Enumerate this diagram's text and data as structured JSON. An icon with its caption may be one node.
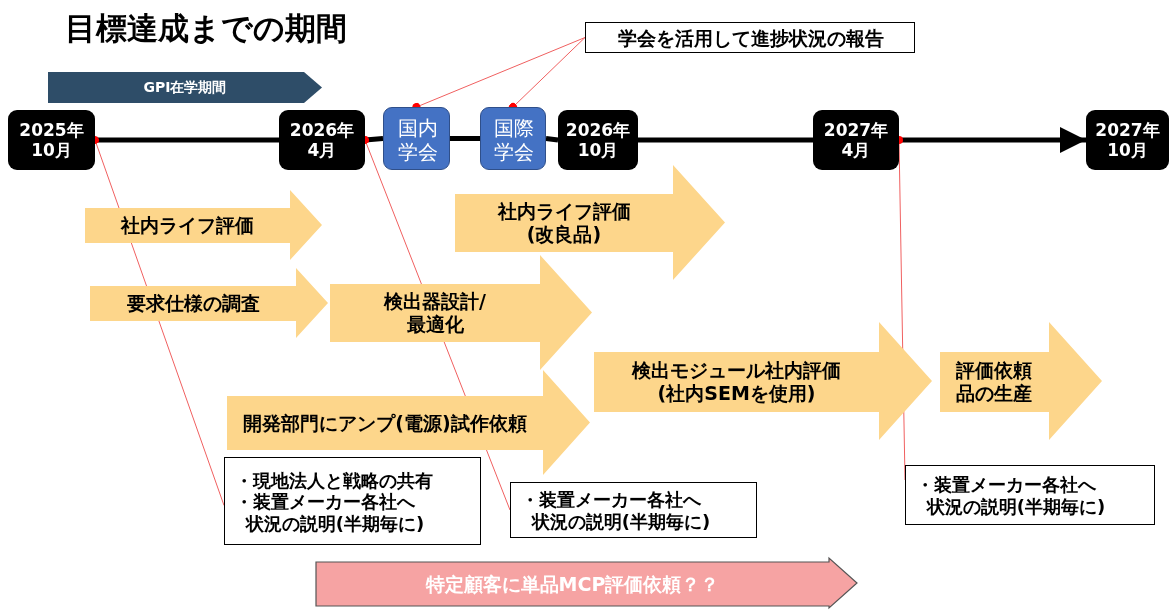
{
  "diagram": {
    "title": "目標達成までの期間",
    "nodes": [
      {
        "text": [
          "GPI在学期間"
        ]
      },
      {
        "text": [
          "2025年10月"
        ]
      },
      {
        "text": [
          "2026年4月"
        ]
      },
      {
        "text": [
          "国内学会"
        ]
      },
      {
        "text": [
          "国際学会"
        ]
      },
      {
        "text": [
          "2026年10月"
        ]
      },
      {
        "text": [
          "2027年4月"
        ]
      },
      {
        "text": [
          "2027年10月"
        ]
      },
      {
        "text": [
          "学会を活用して進捗状況の報告"
        ]
      },
      {
        "text": [
          "社内ライフ評価"
        ]
      },
      {
        "text": [
          "社内ライフ評価(改良品)"
        ]
      },
      {
        "text": [
          "要求仕様の調査"
        ]
      },
      {
        "text": [
          "検出器設計/最適化"
        ]
      },
      {
        "text": [
          "検出モジュール社内評価(社内SEMを使用)"
        ]
      },
      {
        "text": [
          "評価依頼品の生産"
        ]
      },
      {
        "text": [
          "開発部門にアンプ(電源)試作依頼"
        ]
      },
      {
        "text": [
          "・現地法人と戦略の共有",
          "・装置メーカー各社へ状況の説明(半期毎に)"
        ]
      },
      {
        "text": [
          "・装置メーカー各社へ状況の説明(半期毎に)"
        ]
      },
      {
        "text": [
          "・装置メーカー各社へ状況の説明(半期毎に)"
        ]
      },
      {
        "text": [
          "特定顧客に単品MCP評価依頼？？"
        ]
      }
    ],
    "edges": [
      {
        "from": 1,
        "to": 2,
        "arrow": "none"
      },
      {
        "from": 2,
        "to": 3,
        "arrow": "none"
      },
      {
        "from": 3,
        "to": 4,
        "arrow": "none"
      },
      {
        "from": 4,
        "to": 5,
        "arrow": "none"
      },
      {
        "from": 5,
        "to": 6,
        "arrow": "none"
      },
      {
        "from": 6,
        "to": 7,
        "arrow": "to"
      },
      {
        "from": 8,
        "to": 3,
        "arrow": "other",
        "color": "#f06060"
      },
      {
        "from": 8,
        "to": 4,
        "arrow": "other",
        "color": "#f06060"
      },
      {
        "from": 16,
        "to": 1,
        "arrow": "other",
        "color": "#f06060"
      },
      {
        "from": 17,
        "to": 2,
        "arrow": "other",
        "color": "#f06060"
      },
      {
        "from": 18,
        "to": 6,
        "arrow": "other",
        "color": "#f06060"
      }
    ]
  }
}
